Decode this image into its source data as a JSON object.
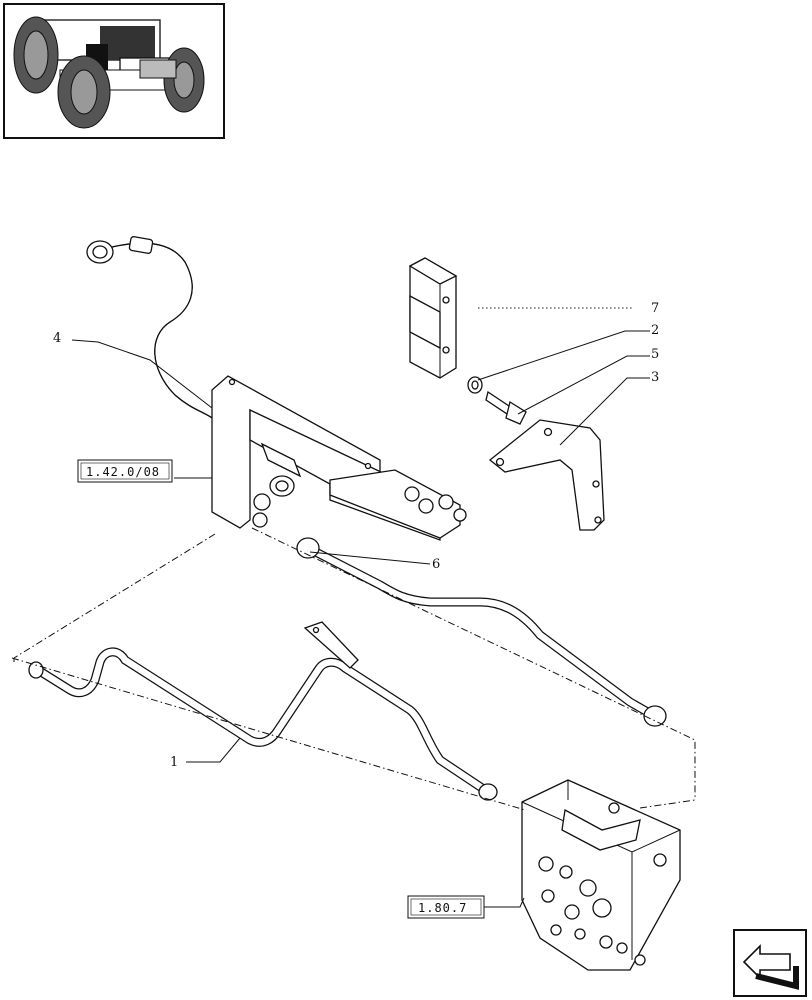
{
  "callouts": [
    {
      "id": "1",
      "label": "1"
    },
    {
      "id": "2",
      "label": "2"
    },
    {
      "id": "3",
      "label": "3"
    },
    {
      "id": "4",
      "label": "4"
    },
    {
      "id": "5",
      "label": "5"
    },
    {
      "id": "6",
      "label": "6"
    },
    {
      "id": "7",
      "label": "7"
    }
  ],
  "references": [
    {
      "id": "ref-a",
      "label": "1.42.0/08"
    },
    {
      "id": "ref-b",
      "label": "1.80.7"
    }
  ],
  "icons": {
    "thumbnail": "tractor-thumbnail-icon",
    "nav": "next-page-arrow-icon"
  }
}
